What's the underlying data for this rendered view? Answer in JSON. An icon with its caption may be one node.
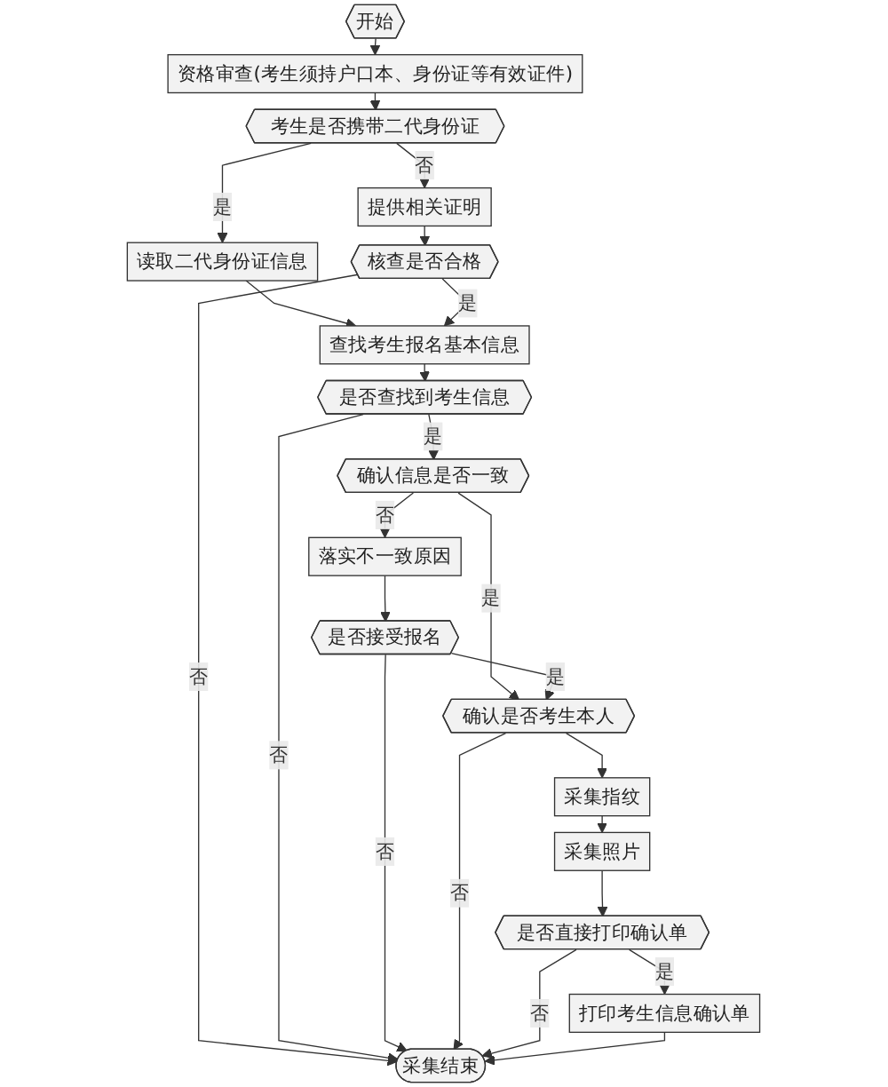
{
  "diagram": {
    "nodes": [
      {
        "text": [
          "开始"
        ]
      },
      {
        "text": [
          "资格审查(考生须持户口本、身份证等有效证件)"
        ]
      },
      {
        "text": [
          "考生是否携带二代身份证"
        ]
      },
      {
        "text": [
          "提供相关证明"
        ]
      },
      {
        "text": [
          "读取二代身份证信息"
        ]
      },
      {
        "text": [
          "核查是否合格"
        ]
      },
      {
        "text": [
          "查找考生报名基本信息"
        ]
      },
      {
        "text": [
          "是否查找到考生信息"
        ]
      },
      {
        "text": [
          "确认信息是否一致"
        ]
      },
      {
        "text": [
          "落实不一致原因"
        ]
      },
      {
        "text": [
          "确认是否考生本人"
        ]
      },
      {
        "text": [
          "是否接受报名"
        ]
      },
      {
        "text": [
          "采集指纹"
        ]
      },
      {
        "text": [
          "采集照片"
        ]
      },
      {
        "text": [
          "是否直接打印确认单"
        ]
      },
      {
        "text": [
          "打印考生信息确认单"
        ]
      },
      {
        "text": [
          "采集结束"
        ]
      }
    ],
    "edges": [
      {
        "from": 0,
        "to": 1,
        "arrow": "to"
      },
      {
        "from": 1,
        "to": 2,
        "arrow": "to"
      },
      {
        "from": 2,
        "to": 3,
        "label": "否",
        "arrow": "to"
      },
      {
        "from": 2,
        "to": 4,
        "label": "是",
        "arrow": "to"
      },
      {
        "from": 3,
        "to": 5,
        "arrow": "to"
      },
      {
        "from": 4,
        "to": 6,
        "arrow": "to"
      },
      {
        "from": 5,
        "to": 6,
        "label": "是",
        "arrow": "to"
      },
      {
        "from": 5,
        "to": 16,
        "label": "否",
        "arrow": "to"
      },
      {
        "from": 6,
        "to": 7,
        "arrow": "to"
      },
      {
        "from": 7,
        "to": 16,
        "label": "否",
        "arrow": "to"
      },
      {
        "from": 7,
        "to": 8,
        "label": "是",
        "arrow": "to"
      },
      {
        "from": 8,
        "to": 9,
        "label": "否",
        "arrow": "to"
      },
      {
        "from": 8,
        "to": 10,
        "label": "是",
        "arrow": "to"
      },
      {
        "from": 9,
        "to": 11,
        "arrow": "to"
      },
      {
        "from": 11,
        "to": 10,
        "label": "是",
        "arrow": "to"
      },
      {
        "from": 11,
        "to": 16,
        "label": "否",
        "arrow": "to"
      },
      {
        "from": 10,
        "to": 16,
        "label": "否",
        "arrow": "to"
      },
      {
        "from": 10,
        "to": 12,
        "arrow": "to"
      },
      {
        "from": 12,
        "to": 13,
        "arrow": "to"
      },
      {
        "from": 13,
        "to": 14,
        "arrow": "to"
      },
      {
        "from": 14,
        "to": 15,
        "label": "是",
        "arrow": "to"
      },
      {
        "from": 14,
        "to": 16,
        "label": "否",
        "arrow": "to"
      },
      {
        "from": 15,
        "to": 16,
        "arrow": "to"
      }
    ]
  }
}
